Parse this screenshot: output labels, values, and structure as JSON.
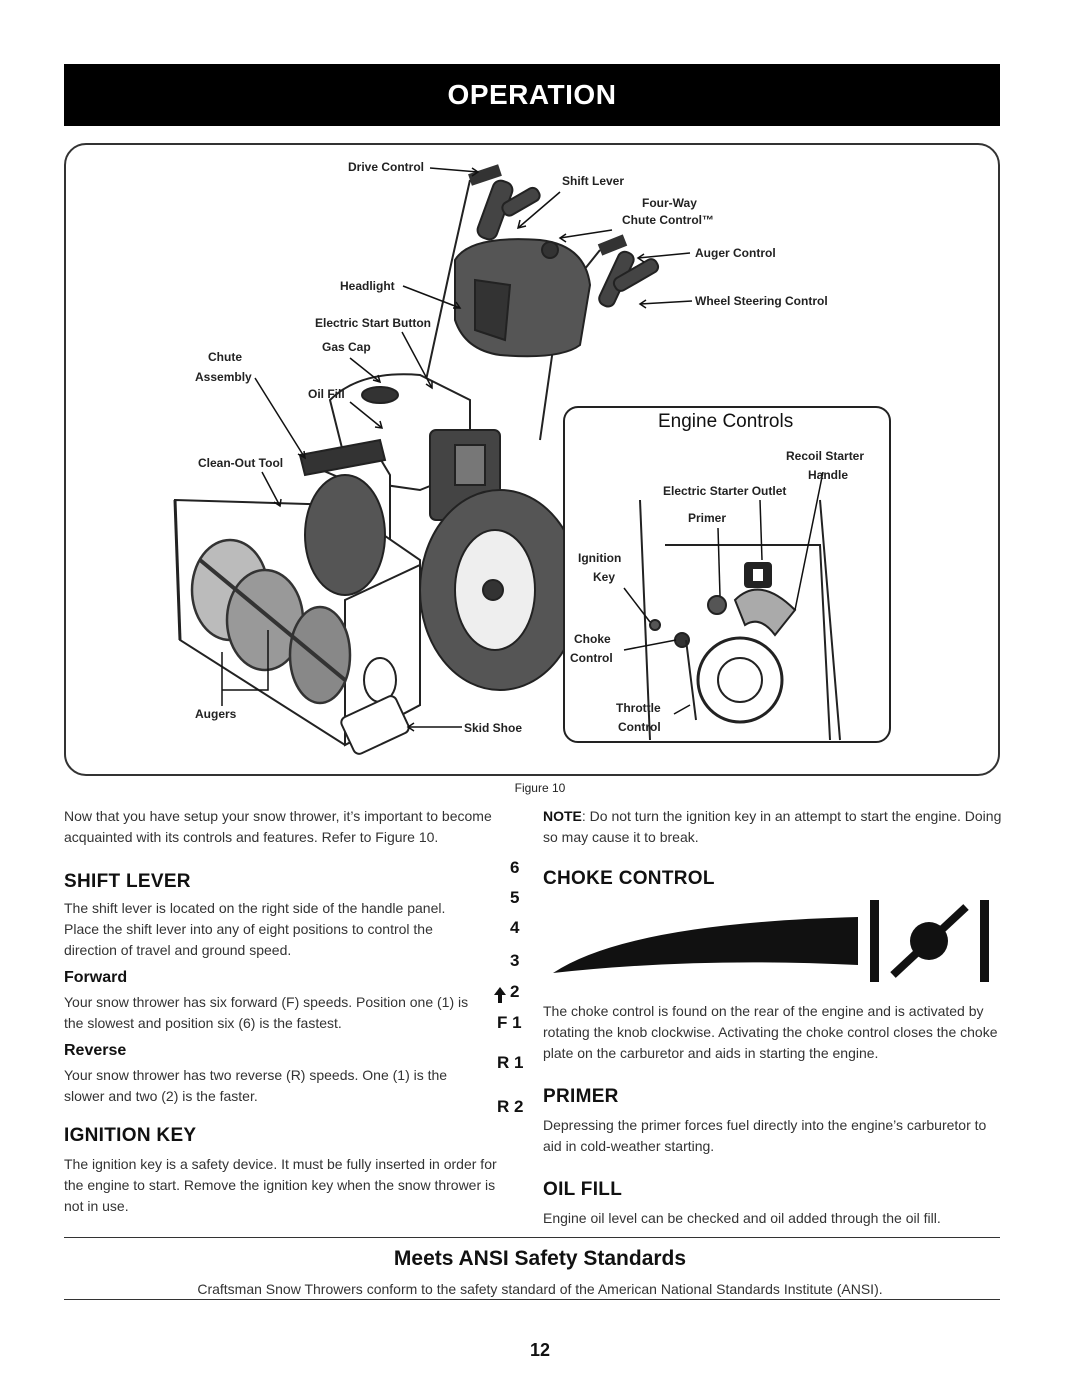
{
  "header": {
    "title": "OPERATION"
  },
  "figure": {
    "labels": {
      "drive_control": "Drive Control",
      "shift_lever": "Shift Lever",
      "four_way": "Four-Way",
      "chute_control": "Chute Control™",
      "auger_control": "Auger Control",
      "headlight": "Headlight",
      "wheel_steering": "Wheel Steering Control",
      "electric_start_button": "Electric Start Button",
      "gas_cap": "Gas Cap",
      "chute": "Chute",
      "assembly": "Assembly",
      "oil_fill": "Oil Fill",
      "clean_out_tool": "Clean-Out Tool",
      "augers": "Augers",
      "skid_shoe": "Skid Shoe"
    },
    "engine_controls": {
      "title": "Engine Controls",
      "recoil_starter": "Recoil Starter",
      "handle": "Handle",
      "electric_starter_outlet": "Electric Starter Outlet",
      "primer": "Primer",
      "ignition": "Ignition",
      "key": "Key",
      "choke": "Choke",
      "control": "Control",
      "throttle": "Throttle",
      "throttle_control": "Control"
    },
    "caption": "Figure 10"
  },
  "left": {
    "intro": "Now that you have setup your snow thrower, it’s important to become acquainted with its controls and features. Refer to Figure 10.",
    "shift_heading": "SHIFT LEVER",
    "shift_text": "The shift lever is located on the right side of the handle panel. Place the shift lever into any of eight positions to control the direction of travel and ground speed.",
    "forward_heading": "Forward",
    "forward_text": "Your snow thrower has six forward (F) speeds. Position one (1) is the slowest and position six (6) is the fastest.",
    "reverse_heading": "Reverse",
    "reverse_text": "Your snow thrower has two reverse (R) speeds. One (1) is the slower and two (2) is the faster.",
    "ignition_heading": "IGNITION KEY",
    "ignition_text": "The ignition key is a safety device. It must be fully inserted in order for the engine to start. Remove the ignition key when the snow thrower is not in use."
  },
  "gears": {
    "g6": "6",
    "g5": "5",
    "g4": "4",
    "g3": "3",
    "g2": "2",
    "f1": "F 1",
    "r1": "R 1",
    "r2": "R 2"
  },
  "right": {
    "note_label": "NOTE",
    "note_text": ": Do not turn the ignition key in an attempt to start the engine. Doing so may cause it to break.",
    "choke_heading": "CHOKE CONTROL",
    "choke_text": "The choke control is found on the rear of the engine and is activated by rotating the knob clockwise. Activating the choke control closes the choke plate on the carburetor and aids in starting the engine.",
    "primer_heading": "PRIMER",
    "primer_text": "Depressing the primer forces fuel directly into the engine’s carburetor to aid in cold-weather starting.",
    "oil_heading": "OIL FILL",
    "oil_text": "Engine oil level can be checked and oil added through the oil fill."
  },
  "footer": {
    "title": "Meets ANSI Safety Standards",
    "text": "Craftsman Snow Throwers conform to the safety standard of the American National Standards Institute (ANSI).",
    "page": "12"
  }
}
